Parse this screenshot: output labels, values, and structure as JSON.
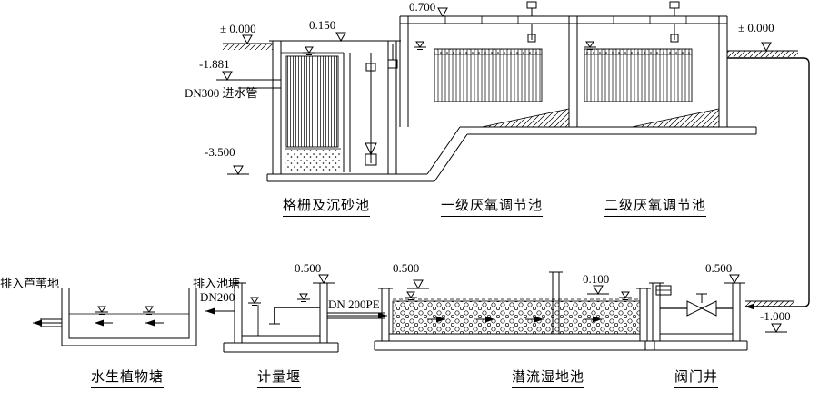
{
  "colors": {
    "ink": "#000000",
    "background": "#ffffff"
  },
  "units": {
    "grit": "格栅及沉砂池",
    "anaerobic1": "一级厌氧调节池",
    "anaerobic2": "二级厌氧调节池",
    "pond": "水生植物塘",
    "weir": "计量堰",
    "wetland": "潜流湿地池",
    "valve_well": "阀门井"
  },
  "elevations": {
    "ground_left": "± 0.000",
    "grit_top": "0.150",
    "tank_top": "0.700",
    "ground_right": "± 0.000",
    "inlet_invert": "-1.881",
    "grit_bottom": "-3.500",
    "weir_top": "0.500",
    "wetland_top": "0.500",
    "wetland_water": "0.100",
    "valve_well_top": "0.500",
    "valve_well_invert": "-1.000"
  },
  "pipes": {
    "inlet": "DN300 进水管",
    "to_pond_line1": "排入池塘",
    "to_pond_line2": "DN200",
    "wetland_inlet": "DN 200PE",
    "to_reed": "排入芦苇地"
  }
}
